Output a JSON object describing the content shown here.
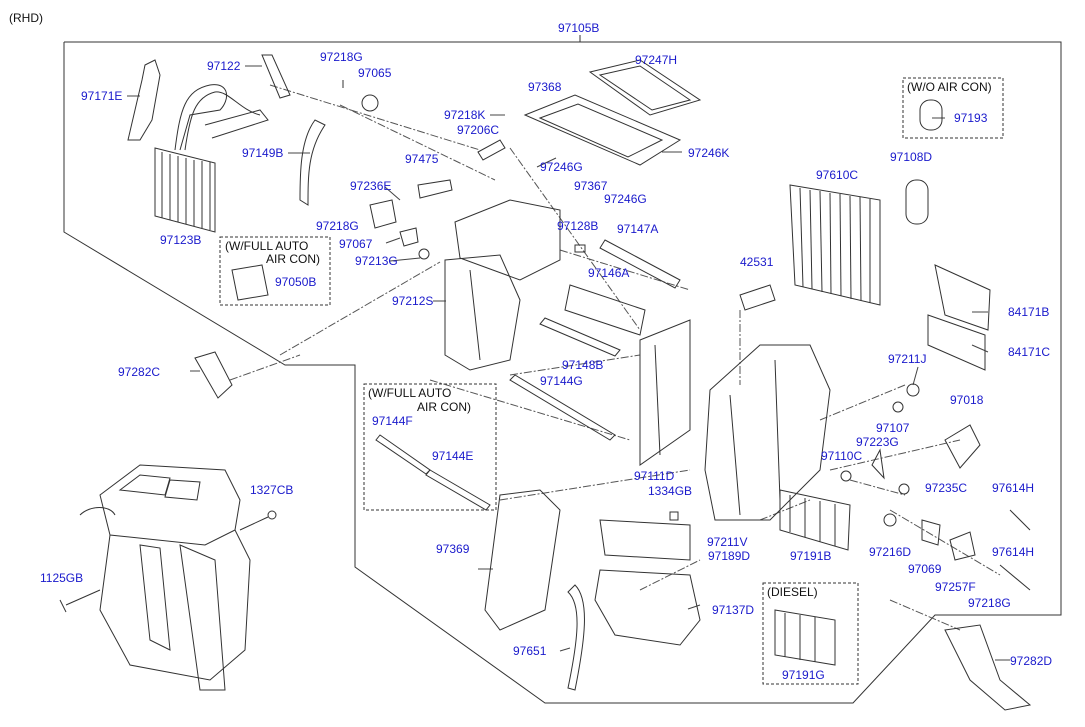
{
  "variant": "(RHD)",
  "assembly_part": "97105B",
  "colors": {
    "part_number": "#1a1acc",
    "text": "#111111",
    "line": "#333333"
  },
  "notes": {
    "wo_air_con": "(W/O AIR CON)",
    "full_auto_1_a": "(W/FULL AUTO",
    "full_auto_1_b": "AIR CON)",
    "full_auto_2_a": "(W/FULL AUTO",
    "full_auto_2_b": "AIR CON)",
    "diesel": "(DIESEL)"
  },
  "part_labels": {
    "p97171E": "97171E",
    "p97122": "97122",
    "p97218G_a": "97218G",
    "p97065": "97065",
    "p97368": "97368",
    "p97247H": "97247H",
    "p97218K": "97218K",
    "p97206C": "97206C",
    "p97149B": "97149B",
    "p97475": "97475",
    "p97246G_a": "97246G",
    "p97367": "97367",
    "p97246G_b": "97246G",
    "p97246K": "97246K",
    "p97193": "97193",
    "p97108D": "97108D",
    "p97610C": "97610C",
    "p97236E": "97236E",
    "p97123B": "97123B",
    "p97218G_b": "97218G",
    "p97128B": "97128B",
    "p97147A": "97147A",
    "p97067": "97067",
    "p97213G": "97213G",
    "p97050B": "97050B",
    "p42531": "42531",
    "p97146A": "97146A",
    "p97212S": "97212S",
    "p84171B": "84171B",
    "p84171C": "84171C",
    "p97148B": "97148B",
    "p97211J": "97211J",
    "p97282C": "97282C",
    "p97144G": "97144G",
    "p97018": "97018",
    "p97107": "97107",
    "p97144F": "97144F",
    "p97223G": "97223G",
    "p97144E": "97144E",
    "p97110C": "97110C",
    "p97111D": "97111D",
    "p97235C": "97235C",
    "p1334GB": "1334GB",
    "p1327CB": "1327CB",
    "p97614H_a": "97614H",
    "p97211V": "97211V",
    "p97191B": "97191B",
    "p97216D": "97216D",
    "p97369": "97369",
    "p97189D": "97189D",
    "p97614H_b": "97614H",
    "p97069": "97069",
    "p1125GB": "1125GB",
    "p97257F": "97257F",
    "p97218G_c": "97218G",
    "p97137D": "97137D",
    "p97651": "97651",
    "p97191G": "97191G",
    "p97282D": "97282D"
  }
}
